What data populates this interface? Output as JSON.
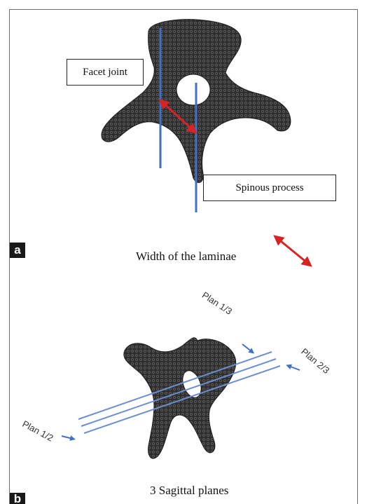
{
  "panel_a": {
    "tag": "a",
    "facet_label": "Facet joint",
    "spinous_label": "Spinous process",
    "caption": "Width of the laminae"
  },
  "panel_b": {
    "tag": "b",
    "plane_labels": [
      "Plan 1/3",
      "Plan 2/3",
      "Plan 1/2"
    ],
    "caption": "3 Sagittal planes"
  },
  "colors": {
    "bone": "#2e2e2e",
    "plane_line": "#3f72c4",
    "width_arrow": "#d62424",
    "frame": "#6f6f6f"
  }
}
